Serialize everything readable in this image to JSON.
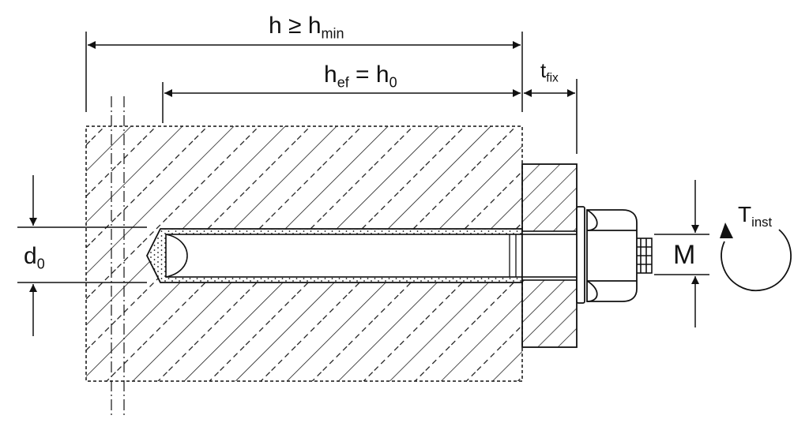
{
  "labels": {
    "h_min": {
      "main": "h ≥ h",
      "sub": "min"
    },
    "h_ef": {
      "main": "h",
      "sub1": "ef",
      "mid": " = h",
      "sub2": "0"
    },
    "t_fix": {
      "main": "t",
      "sub": "fix"
    },
    "d_0": {
      "main": "d",
      "sub": "0"
    },
    "m": {
      "main": "M"
    },
    "t_inst": {
      "main": "T",
      "sub": "inst"
    }
  },
  "colors": {
    "line": "#111111",
    "background": "#ffffff"
  }
}
